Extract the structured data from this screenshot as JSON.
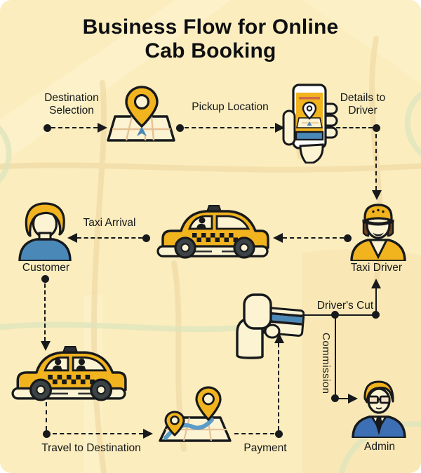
{
  "title": {
    "line1": "Business Flow for Online",
    "line2": "Cab Booking"
  },
  "node_labels": {
    "customer": "Customer",
    "taxi_driver": "Taxi Driver",
    "admin": "Admin"
  },
  "edge_labels": {
    "destination_selection": "Destination Selection",
    "pickup_location": "Pickup Location",
    "details_to_driver": "Details to Driver",
    "taxi_arrival": "Taxi Arrival",
    "drivers_cut": "Driver's Cut",
    "commission": "Commission",
    "travel_to_destination": "Travel to Destination",
    "payment": "Payment"
  },
  "icons": [
    "map-location-pin-icon",
    "phone-in-hand-icon",
    "customer-icon",
    "taxi-icon",
    "taxi-driver-icon",
    "hand-credit-card-icon",
    "admin-icon",
    "taxi-with-passengers-icon",
    "route-map-icon"
  ],
  "flow_connections": [
    {
      "from": "Customer",
      "to": "Destination map",
      "label": "Destination Selection",
      "style": "dashed"
    },
    {
      "from": "Destination map",
      "to": "Phone app",
      "label": "Pickup Location",
      "style": "dashed"
    },
    {
      "from": "Phone app",
      "to": "Taxi Driver",
      "label": "Details to Driver",
      "style": "dashed"
    },
    {
      "from": "Taxi Driver",
      "to": "Taxi",
      "label": "",
      "style": "dashed"
    },
    {
      "from": "Taxi",
      "to": "Customer",
      "label": "Taxi Arrival",
      "style": "dashed"
    },
    {
      "from": "Customer",
      "to": "Taxi with passengers",
      "label": "",
      "style": "dashed"
    },
    {
      "from": "Taxi with passengers",
      "to": "Route map",
      "label": "Travel to Destination",
      "style": "dashed"
    },
    {
      "from": "Route map",
      "to": "Payment card",
      "label": "Payment",
      "style": "dashed"
    },
    {
      "from": "Payment card",
      "to": "Taxi Driver",
      "label": "Driver's Cut",
      "style": "solid"
    },
    {
      "from": "Payment card",
      "to": "Admin",
      "label": "Commission",
      "style": "solid"
    }
  ],
  "colors": {
    "background": "#FBEDBE",
    "accent_yellow": "#F1B31E",
    "cream": "#FCF3D3",
    "blue": "#4A88B8",
    "admin_blue": "#3D6FB4",
    "outline": "#17191B",
    "road_beige": "#EFD7A0",
    "road_green": "#DDE4BC"
  }
}
